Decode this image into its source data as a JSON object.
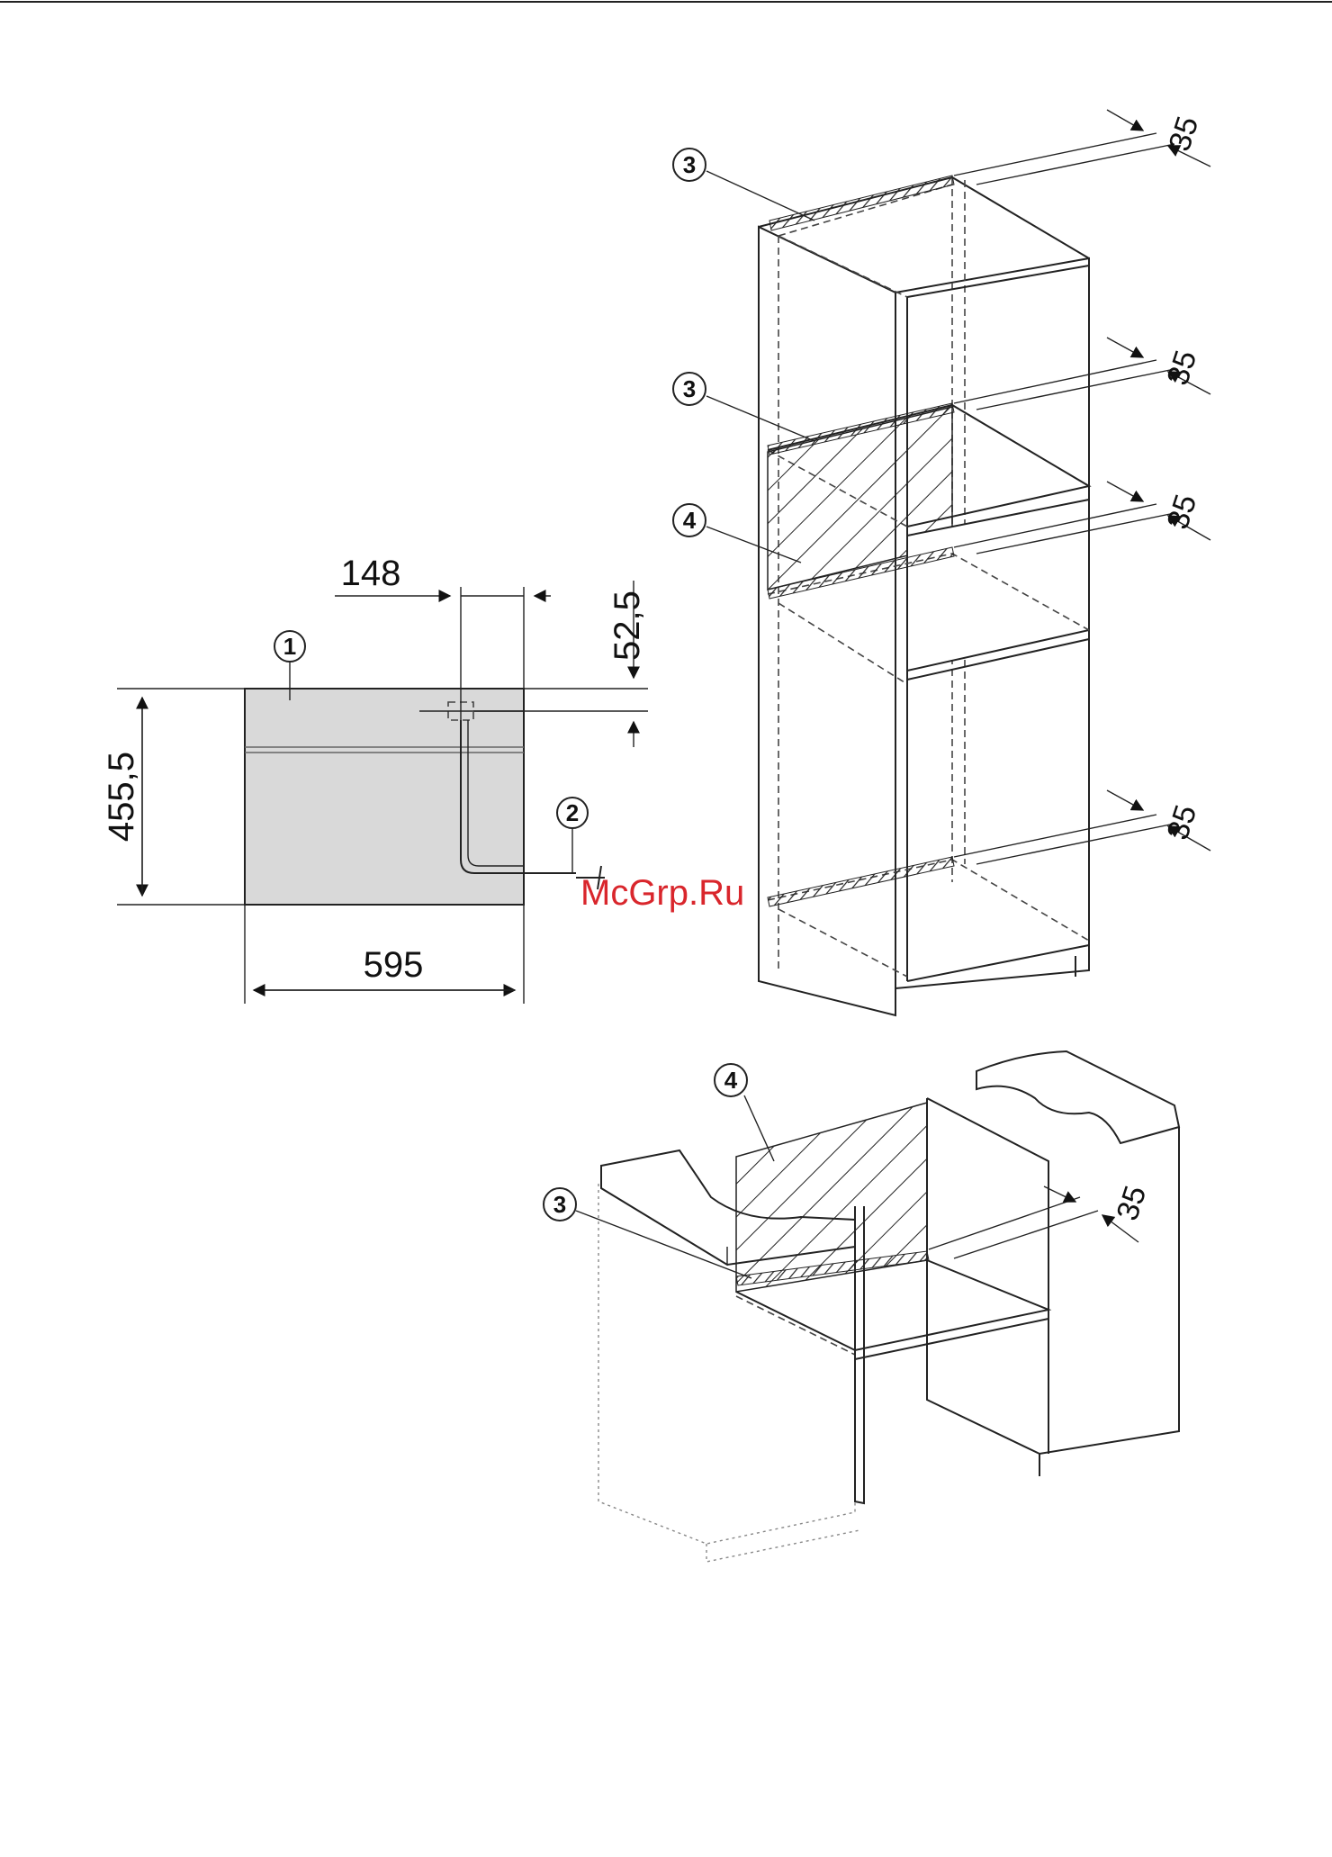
{
  "dimensions": {
    "width": "595",
    "height": "455,5",
    "offset_x": "148",
    "offset_y": "52,5",
    "gap_1": "35",
    "gap_2": "35",
    "gap_3": "35",
    "gap_4": "35",
    "gap_5": "35"
  },
  "callouts": {
    "c1": "1",
    "c2": "2",
    "c3a": "3",
    "c3b": "3",
    "c4a": "4",
    "c4b": "4",
    "c3c": "3"
  },
  "watermark": "McGrp.Ru",
  "colors": {
    "appliance_fill": "#d9d9d9",
    "line": "#222222",
    "watermark": "#d9262c"
  }
}
